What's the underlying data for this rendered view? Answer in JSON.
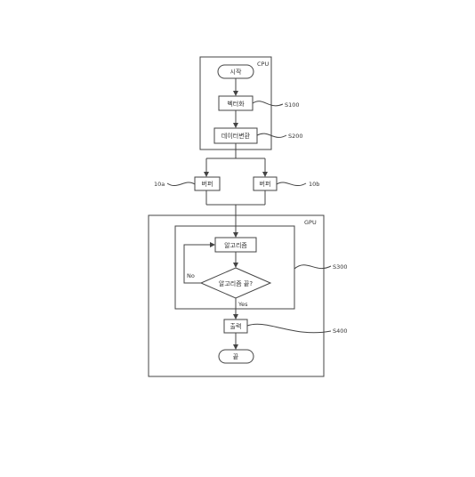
{
  "cpu_label": "CPU",
  "gpu_label": "GPU",
  "nodes": {
    "start": "시작",
    "vectorize": "벡터화",
    "data_convert": "데이터변환",
    "buffer_a": "버퍼",
    "buffer_b": "버퍼",
    "algorithm": "알고리즘",
    "algorithm_end": "알고리즘 끝?",
    "output": "출력",
    "end": "끝"
  },
  "edge_labels": {
    "no": "No",
    "yes": "Yes"
  },
  "refs": {
    "s100": "S100",
    "s200": "S200",
    "r10a": "10a",
    "r10b": "10b",
    "s300": "S300",
    "s400": "S400"
  }
}
